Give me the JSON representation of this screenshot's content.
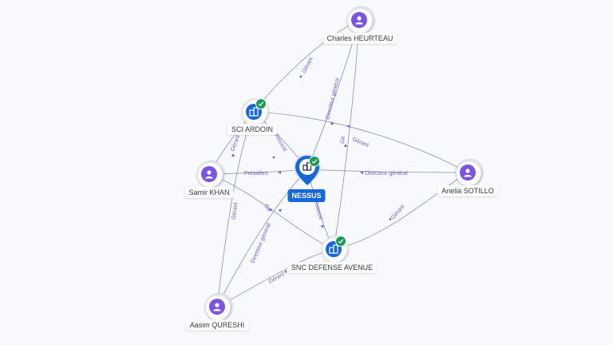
{
  "graph": {
    "nodes": {
      "charles": {
        "name": "Charles HEURTEAU",
        "kind": "person"
      },
      "sci": {
        "name": "SCI ARDOIN",
        "kind": "company",
        "verified": true
      },
      "samir": {
        "name": "Samir KHAN",
        "kind": "person"
      },
      "nessus": {
        "name": "NESSUS",
        "kind": "main-company",
        "verified": true
      },
      "anelia": {
        "name": "Anelia SOTILLO",
        "kind": "person"
      },
      "snc": {
        "name": "SNC DEFENSE AVENUE",
        "kind": "company",
        "verified": true
      },
      "aasim": {
        "name": "Aasim QURESHI",
        "kind": "person"
      }
    },
    "edges": {
      "charles_sci": "Gérant",
      "charles_nessus": "Directeur général",
      "charles_snc": "Gé",
      "sci_samir": "Gérant",
      "sci_nessus": "Associé",
      "sci_anelia": "Gérant",
      "samir_nessus": "Président",
      "samir_snc": "Gé",
      "anelia_nessus": "Directeur général",
      "anelia_snc": "Gérant",
      "nessus_snc": "Associé",
      "aasim_nessus": "Directeur général",
      "aasim_sci": "Gérant",
      "aasim_snc": "Gérant"
    },
    "colors": {
      "edge": "#8a94a8",
      "edge_label": "#6c62d9",
      "avatar": "#7b55e0",
      "company": "#1667d9",
      "verified": "#1e9b54"
    },
    "icons": {
      "person": "user-avatar-icon",
      "company": "company-building-icon",
      "verified": "verified-check-icon"
    }
  }
}
